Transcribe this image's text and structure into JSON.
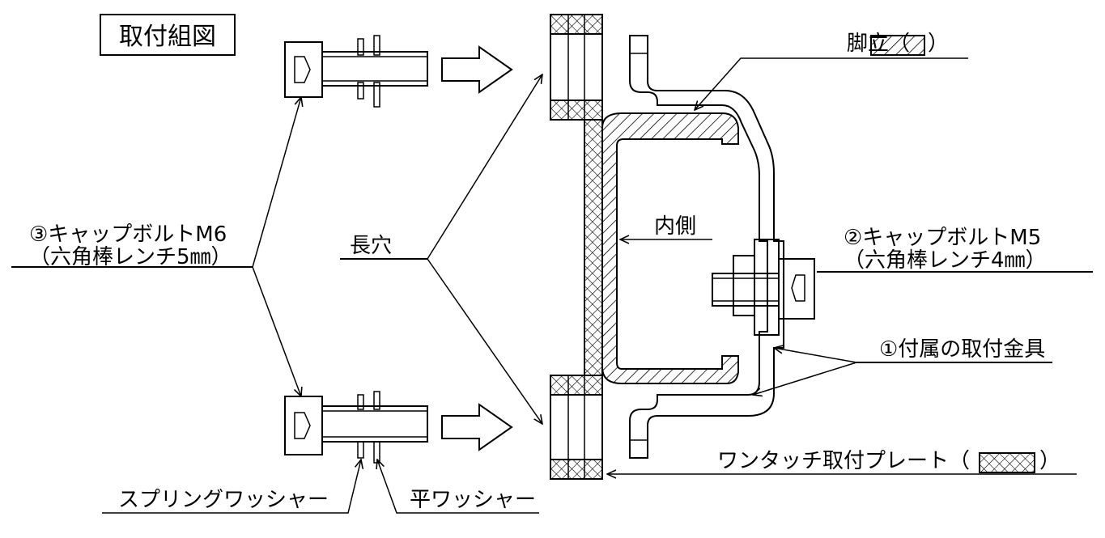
{
  "title": "取付組図",
  "labels": {
    "leg": "脚立（",
    "leg_close": "）",
    "inner_side": "内側",
    "long_hole": "長穴",
    "cap_bolt_m6": "③キャップボルトM6",
    "wrench_5mm": "（六角棒レンチ5㎜）",
    "cap_bolt_m5": "②キャップボルトM5",
    "wrench_4mm": "（六角棒レンチ4㎜）",
    "bracket": "①付属の取付金具",
    "plate": "ワンタッチ取付プレート（",
    "plate_close": "）",
    "spring_washer": "スプリングワッシャー",
    "flat_washer": "平ワッシャー"
  }
}
